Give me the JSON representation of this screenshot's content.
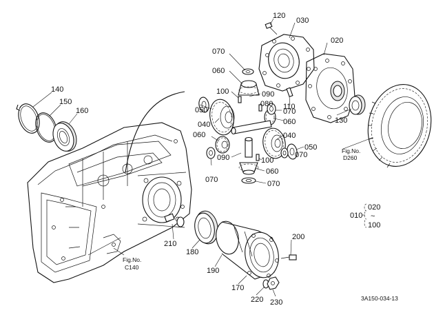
{
  "labels": {
    "p010": "010",
    "p020": "020",
    "p020b": "020",
    "p030": "030",
    "p040a": "040",
    "p040b": "040",
    "p050a": "050",
    "p050b": "050",
    "p060a": "060",
    "p060b": "060",
    "p060c": "060",
    "p060d": "060",
    "p070a": "070",
    "p070b": "070",
    "p070c": "070",
    "p070d": "070",
    "p070e": "070",
    "p080": "080",
    "p090a": "090",
    "p090b": "090",
    "p100a": "100",
    "p100b": "100",
    "p100c": "100",
    "p110": "110",
    "p120": "120",
    "p130": "130",
    "p140": "140",
    "p150": "150",
    "p160": "160",
    "p170": "170",
    "p180": "180",
    "p190": "190",
    "p200": "200",
    "p210": "210",
    "p220": "220",
    "p230": "230",
    "tilde": "~"
  },
  "references": {
    "fig_d260_line1": "Fig.No.",
    "fig_d260_line2": "D260",
    "fig_c140_line1": "Fig.No.",
    "fig_c140_line2": "C140"
  },
  "drawing_code": "3A150-034-13"
}
